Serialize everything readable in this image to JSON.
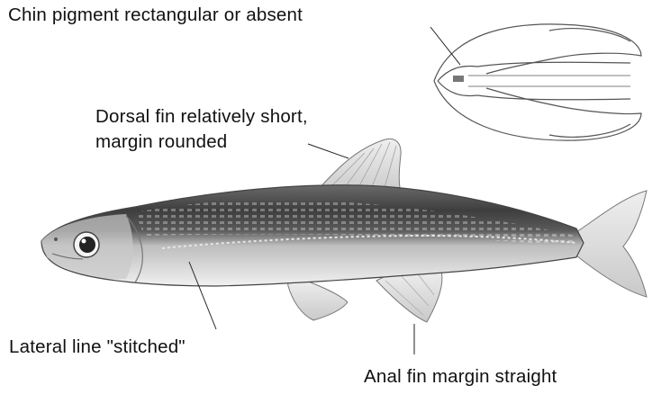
{
  "labels": {
    "chin": "Chin pigment rectangular or absent",
    "dorsal_line1": "Dorsal fin relatively short,",
    "dorsal_line2": "margin rounded",
    "lateral": "Lateral line \"stitched\"",
    "anal": "Anal fin margin straight"
  },
  "colors": {
    "text": "#111111",
    "outline": "#555555",
    "dorsal_band": "#3a3a3a",
    "fin": "#d8d8d8"
  }
}
